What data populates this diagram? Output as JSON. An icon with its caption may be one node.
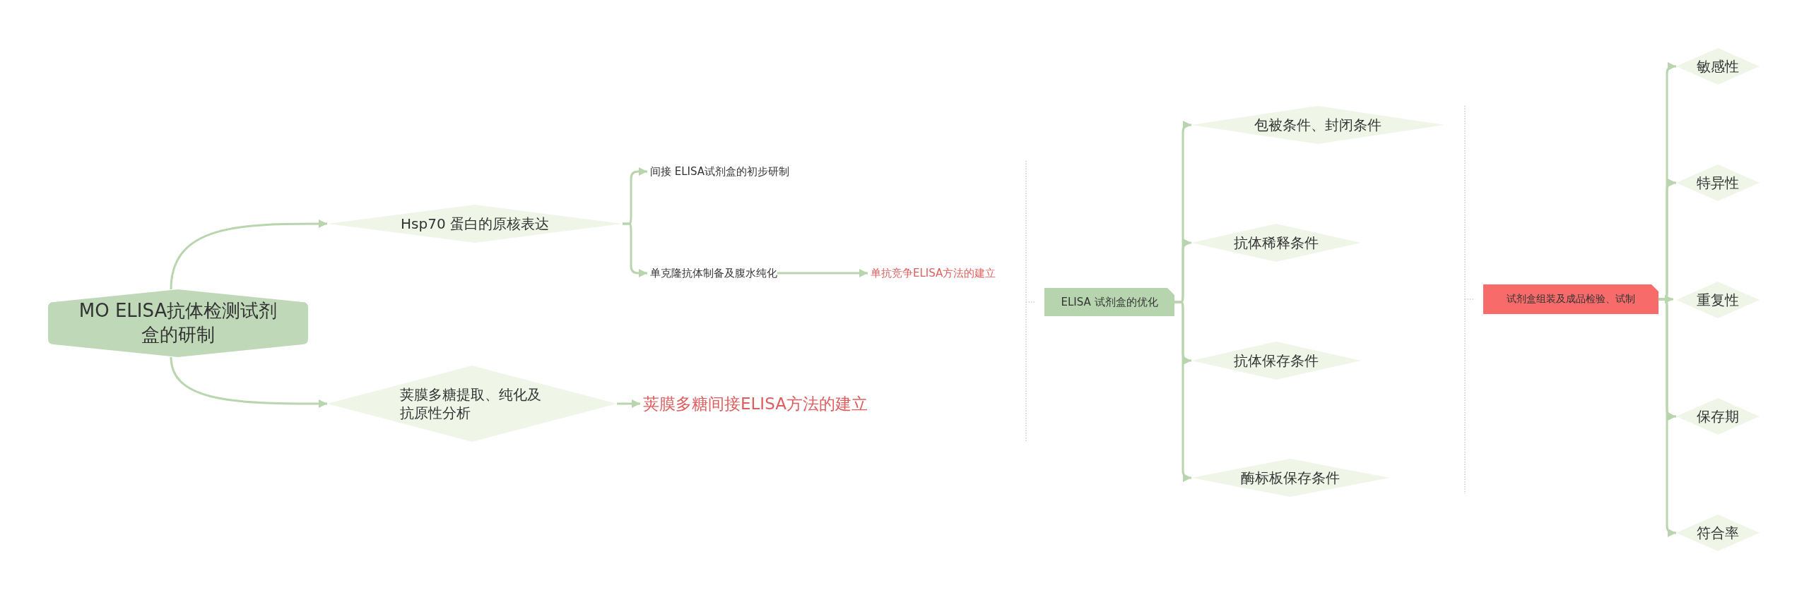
{
  "diagram": {
    "nodes": [
      {
        "text": [
          "MO ELISA抗体检测试剂盒的研制"
        ]
      },
      {
        "text": [
          "Hsp70 蛋白的原核表达"
        ]
      },
      {
        "text": [
          "间接 ELISA试剂盒的初步研制"
        ]
      },
      {
        "text": [
          "单克隆抗体制备及腹水纯化"
        ]
      },
      {
        "text": [
          "单抗竞争ELISA方法的建立"
        ]
      },
      {
        "text": [
          "荚膜多糖提取、纯化及抗原性分析"
        ]
      },
      {
        "text": [
          "荚膜多糖间接ELISA方法的建立"
        ]
      },
      {
        "text": [
          "ELISA 试剂盒的优化"
        ]
      },
      {
        "text": [
          "包被条件、封闭条件"
        ]
      },
      {
        "text": [
          "抗体稀释条件"
        ]
      },
      {
        "text": [
          "抗体保存条件"
        ]
      },
      {
        "text": [
          "酶标板保存条件"
        ]
      },
      {
        "text": [
          "试剂盒组装及成品检验、试制"
        ]
      },
      {
        "text": [
          "敏感性"
        ]
      },
      {
        "text": [
          "特异性"
        ]
      },
      {
        "text": [
          "重复性"
        ]
      },
      {
        "text": [
          "保存期"
        ]
      },
      {
        "text": [
          "符合率"
        ]
      }
    ],
    "edges": [
      {
        "from": 0,
        "to": 1,
        "arrow": "to"
      },
      {
        "from": 0,
        "to": 5,
        "arrow": "to"
      },
      {
        "from": 1,
        "to": 2,
        "arrow": "to"
      },
      {
        "from": 1,
        "to": 3,
        "arrow": "to"
      },
      {
        "from": 3,
        "to": 4,
        "arrow": "to"
      },
      {
        "from": 5,
        "to": 6,
        "arrow": "to"
      },
      {
        "from": 7,
        "to": 8,
        "arrow": "to"
      },
      {
        "from": 7,
        "to": 9,
        "arrow": "to"
      },
      {
        "from": 7,
        "to": 10,
        "arrow": "to"
      },
      {
        "from": 7,
        "to": 11,
        "arrow": "to"
      },
      {
        "from": 12,
        "to": 13,
        "arrow": "to"
      },
      {
        "from": 12,
        "to": 14,
        "arrow": "to"
      },
      {
        "from": 12,
        "to": 15,
        "arrow": "to"
      },
      {
        "from": 12,
        "to": 16,
        "arrow": "to"
      },
      {
        "from": 12,
        "to": 17,
        "arrow": "to"
      }
    ]
  }
}
